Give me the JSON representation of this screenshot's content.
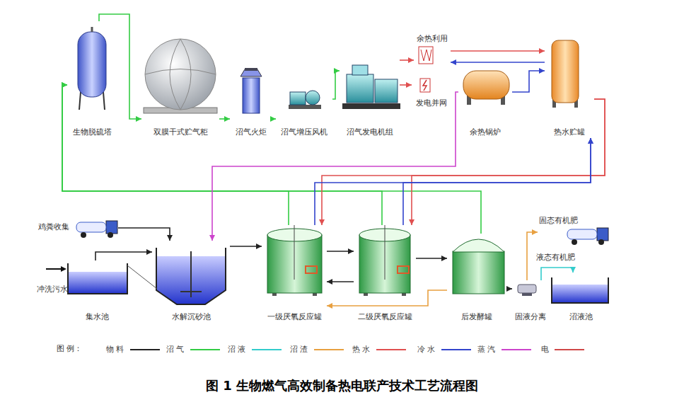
{
  "diagram": {
    "caption": "图 1 生物燃气高效制备热电联产技术工艺流程图",
    "nodes": [
      {
        "text": [
          "生物脱硫塔"
        ]
      },
      {
        "text": [
          "双膜干式贮气柜"
        ]
      },
      {
        "text": [
          "沼气火炬"
        ]
      },
      {
        "text": [
          "沼气增压风机"
        ]
      },
      {
        "text": [
          "沼气发电机组"
        ]
      },
      {
        "text": [
          "余热利用"
        ]
      },
      {
        "text": [
          "发电并网"
        ]
      },
      {
        "text": [
          "余热锅炉"
        ]
      },
      {
        "text": [
          "热水贮罐"
        ]
      },
      {
        "text": [
          "鸡粪收集"
        ]
      },
      {
        "text": [
          "集水池"
        ]
      },
      {
        "text": [
          "水解沉砂池"
        ]
      },
      {
        "text": [
          "一级厌氧反应罐"
        ]
      },
      {
        "text": [
          "二级厌氧反应罐"
        ]
      },
      {
        "text": [
          "后发酵罐"
        ]
      },
      {
        "text": [
          "固液分离"
        ]
      },
      {
        "text": [
          "固态有机肥"
        ]
      },
      {
        "text": [
          "沼液池"
        ]
      }
    ],
    "edges": [
      {
        "from": 12,
        "to": 0,
        "arrow": "to"
      },
      {
        "from": 13,
        "to": 0,
        "arrow": "to"
      },
      {
        "from": 14,
        "to": 0,
        "arrow": "to"
      },
      {
        "from": 0,
        "to": 1,
        "arrow": "to"
      },
      {
        "from": 1,
        "to": 2,
        "arrow": "to"
      },
      {
        "from": 2,
        "to": 3,
        "arrow": "to"
      },
      {
        "from": 3,
        "to": 4,
        "arrow": "to"
      },
      {
        "from": 4,
        "to": 5,
        "arrow": "to"
      },
      {
        "from": 5,
        "to": 8,
        "arrow": "to"
      },
      {
        "from": 8,
        "to": 5,
        "arrow": "to"
      },
      {
        "from": 7,
        "to": 8,
        "arrow": "to"
      },
      {
        "from": 4,
        "to": 6,
        "arrow": "to"
      },
      {
        "from": 7,
        "to": 11,
        "arrow": "to"
      },
      {
        "from": 8,
        "to": 12,
        "arrow": "to"
      },
      {
        "from": 8,
        "to": 13,
        "arrow": "to"
      },
      {
        "from": 12,
        "to": 8,
        "arrow": "to"
      },
      {
        "from": 13,
        "to": 8,
        "arrow": "to"
      },
      {
        "from": 9,
        "to": 11,
        "arrow": "to"
      },
      {
        "from": 10,
        "to": 11,
        "arrow": "to"
      },
      {
        "from": 11,
        "to": 12,
        "arrow": "to"
      },
      {
        "from": 12,
        "to": 13,
        "arrow": "to"
      },
      {
        "from": 13,
        "to": 12,
        "arrow": "to"
      },
      {
        "from": 13,
        "to": 14,
        "arrow": "to"
      },
      {
        "from": 14,
        "to": 15,
        "arrow": "to"
      },
      {
        "from": 14,
        "to": 12,
        "arrow": "to"
      },
      {
        "from": 15,
        "to": 16,
        "arrow": "to"
      },
      {
        "from": 15,
        "to": 17,
        "arrow": "to"
      }
    ],
    "labels": [
      "冲洗污水",
      "液态有机肥",
      "图 例："
    ],
    "legend": [
      {
        "text": "物 料",
        "color": "#222222"
      },
      {
        "text": "沼 气",
        "color": "#33cc44"
      },
      {
        "text": "沼 液",
        "color": "#33cccc"
      },
      {
        "text": "沼 渣",
        "color": "#e8a040"
      },
      {
        "text": "热 水",
        "color": "#e05050"
      },
      {
        "text": "冷 水",
        "color": "#3344cc"
      },
      {
        "text": "蒸 汽",
        "color": "#cc44cc"
      },
      {
        "text": "电",
        "color": "#d04848"
      }
    ]
  }
}
